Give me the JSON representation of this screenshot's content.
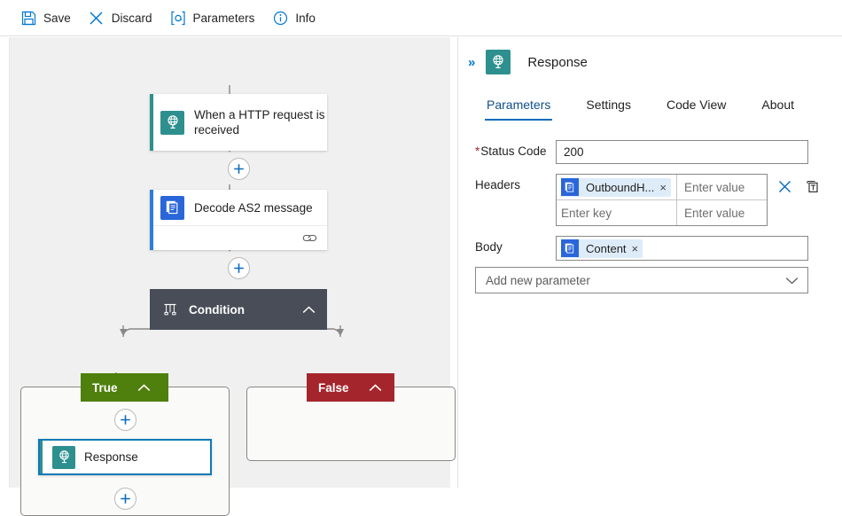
{
  "toolbar": {
    "items": [
      {
        "label": "Save",
        "icon": "save-icon"
      },
      {
        "label": "Discard",
        "icon": "discard-icon"
      },
      {
        "label": "Parameters",
        "icon": "parameters-icon"
      },
      {
        "label": "Info",
        "icon": "info-icon"
      }
    ]
  },
  "canvas": {
    "nodes": [
      {
        "id": "http",
        "label": "When a HTTP request is received",
        "accent": "#2e8f8f",
        "icon": "http-request-icon"
      },
      {
        "id": "decode",
        "label": "Decode AS2 message",
        "accent": "#2f7cd6",
        "icon": "as2-decode-icon",
        "footer_icon": "link-icon"
      },
      {
        "id": "cond",
        "label": "Condition",
        "accent": "#484d57",
        "icon": "condition-icon",
        "chevron": "chevron-up-icon"
      },
      {
        "id": "resp",
        "label": "Response",
        "accent": "#2e8f8f",
        "icon": "response-icon",
        "selected": true
      }
    ],
    "branches": [
      {
        "id": "true",
        "label": "True",
        "color": "#4f7f0c",
        "chevron": "chevron-up-icon"
      },
      {
        "id": "false",
        "label": "False",
        "color": "#a4262c",
        "chevron": "chevron-up-icon"
      }
    ],
    "add_button_label": "+"
  },
  "panel": {
    "collapse_icon": "»",
    "title": "Response",
    "icon": "response-icon",
    "tabs": [
      {
        "label": "Parameters",
        "active": true
      },
      {
        "label": "Settings",
        "active": false
      },
      {
        "label": "Code View",
        "active": false
      },
      {
        "label": "About",
        "active": false
      }
    ],
    "fields": {
      "status_code": {
        "label": "Status Code",
        "required_marker": "*",
        "value": "200"
      },
      "headers": {
        "label": "Headers",
        "rows": [
          {
            "key_chip": "OutboundH...",
            "key_chip_remove": "×",
            "value_placeholder": "Enter value"
          },
          {
            "key_placeholder": "Enter key",
            "value_placeholder": "Enter value"
          }
        ],
        "clear_icon": "clear-x-icon",
        "text_mode_icon": "switch-to-text-icon"
      },
      "body": {
        "label": "Body",
        "chip": "Content",
        "chip_remove": "×"
      }
    },
    "add_parameter": {
      "label": "Add new parameter",
      "chevron": "chevron-down-icon"
    }
  }
}
